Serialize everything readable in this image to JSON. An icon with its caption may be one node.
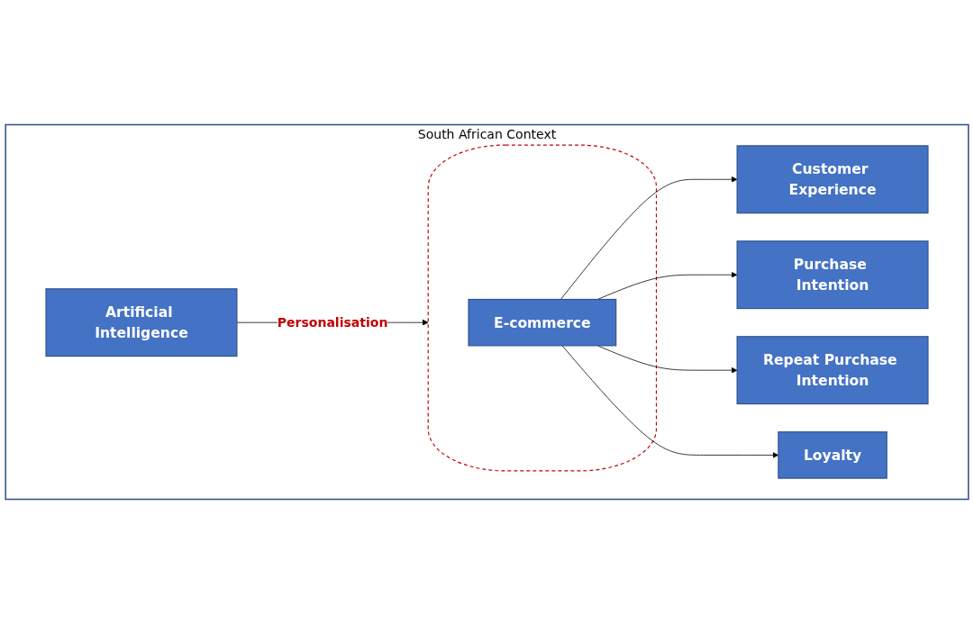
{
  "diagram": {
    "nodes": [
      {
        "text": [
          "South African Context"
        ]
      },
      {
        "text": [
          "Artificial Intelligence"
        ],
        "in": 0
      },
      {
        "text": [],
        "shape": "ellipse",
        "in": 0
      },
      {
        "text": [
          "E-commerce"
        ],
        "in": 2
      },
      {
        "text": [
          "Customer Experience"
        ],
        "in": 0
      },
      {
        "text": [
          "Purchase Intention"
        ],
        "in": 0
      },
      {
        "text": [
          "Repeat Purchase Intention"
        ],
        "in": 0
      },
      {
        "text": [
          "Loyalty"
        ],
        "in": 0
      }
    ],
    "edges": [
      {
        "from": 1,
        "to": 2,
        "arrow": "to",
        "label": "Personalisation"
      },
      {
        "from": 3,
        "to": 4,
        "arrow": "to"
      },
      {
        "from": 3,
        "to": 5,
        "arrow": "to"
      },
      {
        "from": 3,
        "to": 6,
        "arrow": "to"
      },
      {
        "from": 3,
        "to": 7,
        "arrow": "to"
      }
    ]
  }
}
